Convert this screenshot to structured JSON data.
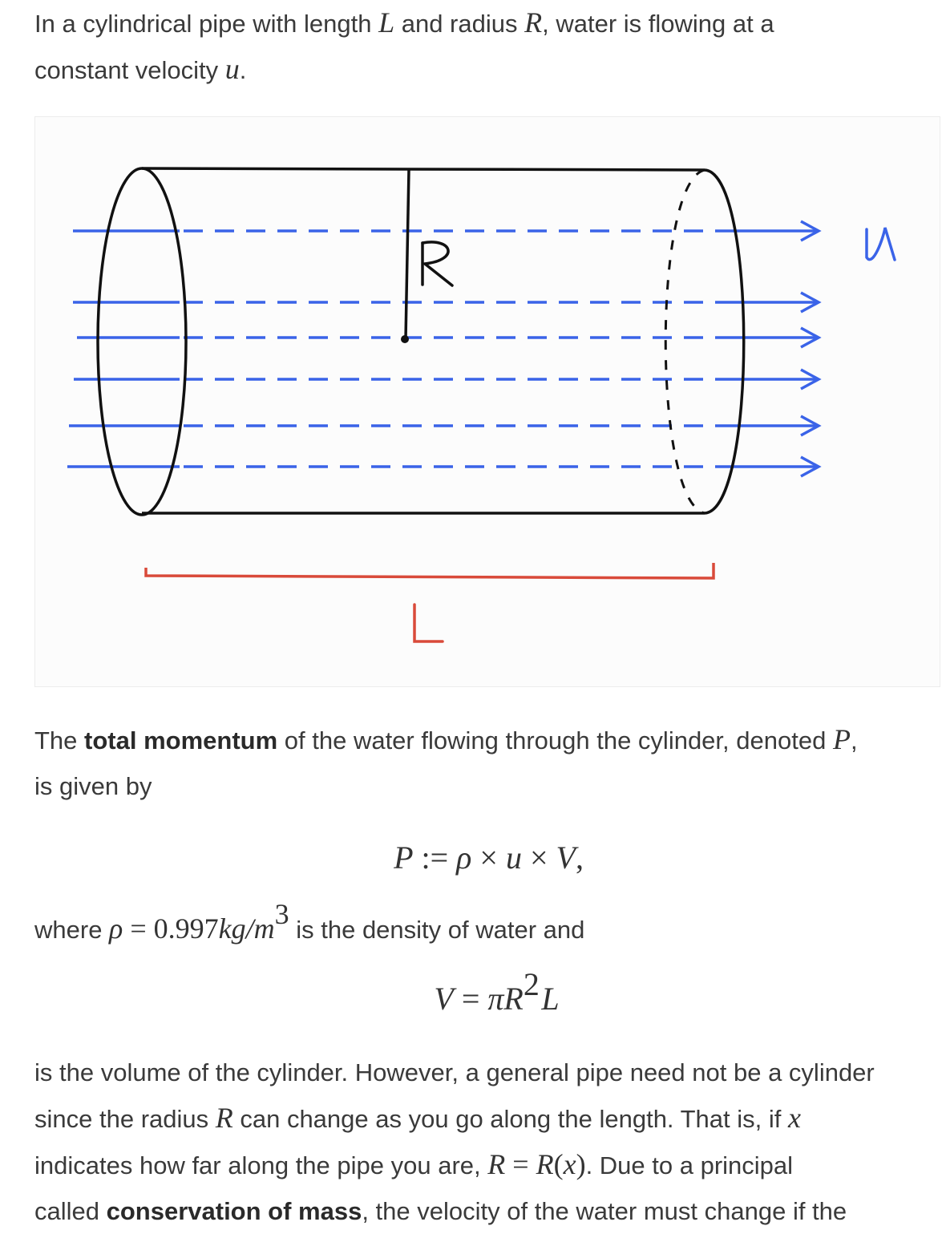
{
  "intro": {
    "t1": "In a cylindrical pipe with length ",
    "L": "L",
    "t2": " and radius ",
    "R": "R",
    "t3": ", water is flowing at a",
    "t4": "constant velocity ",
    "u": "u",
    "t5": "."
  },
  "figure": {
    "label_R": "R",
    "label_u": "u",
    "label_L": "L",
    "colors": {
      "outline": "#111111",
      "flow": "#3a63e8",
      "length": "#d94a3a"
    }
  },
  "momentum": {
    "t1": "The ",
    "bold": "total momentum",
    "t2": " of the water flowing through the cylinder, denoted ",
    "P": "P",
    "t3": ",",
    "t4": "is given by"
  },
  "eq1": {
    "P": "P",
    "assign": " := ",
    "rho": "ρ",
    "times1": " × ",
    "u": "u",
    "times2": " × ",
    "V": "V",
    "comma": ","
  },
  "density": {
    "t1": "where ",
    "rho": "ρ",
    "eq": " = ",
    "value": "0.997",
    "unit": "kg/m",
    "exp": "3",
    "t2": " is the density of water and"
  },
  "eq2": {
    "V": "V",
    "eq": " = ",
    "pi": "π",
    "R": "R",
    "exp": "2",
    "L": "L"
  },
  "volume": {
    "l1": "is the volume of the cylinder. However, a general pipe need not be a cylinder",
    "l2a": "since the radius ",
    "R": "R",
    "l2b": " can change as you go along the length. That is, if ",
    "x": "x",
    "l3a": "indicates how far along the pipe you are, ",
    "R2": "R",
    "eqsign": " = ",
    "Rx": "R",
    "paren_open": "(",
    "x2": "x",
    "paren_close": ")",
    "l3b": ". Due to a principal",
    "l4a": "called ",
    "bold": "conservation of mass",
    "l4b": ", the velocity of the water must change if the"
  }
}
